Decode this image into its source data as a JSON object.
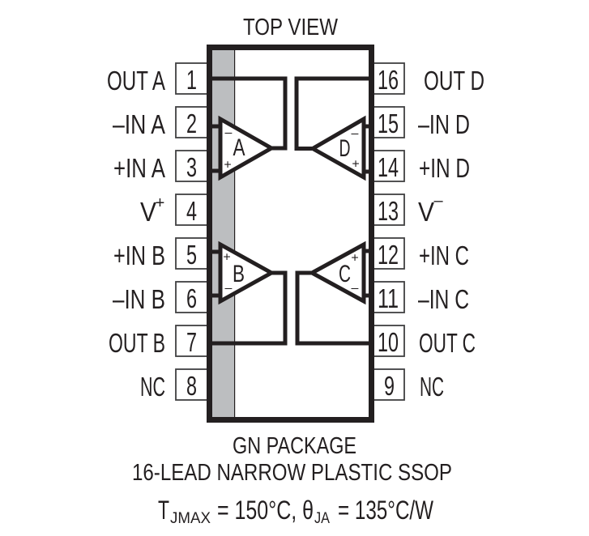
{
  "title": "TOP VIEW",
  "pins_left": [
    {
      "number": "1",
      "label": "OUT A"
    },
    {
      "number": "2",
      "label": "–IN A"
    },
    {
      "number": "3",
      "label": "+IN A"
    },
    {
      "number": "4",
      "label": "V",
      "sup": "+"
    },
    {
      "number": "5",
      "label": "+IN B"
    },
    {
      "number": "6",
      "label": "–IN B"
    },
    {
      "number": "7",
      "label": "OUT B"
    },
    {
      "number": "8",
      "label": "NC"
    }
  ],
  "pins_right": [
    {
      "number": "16",
      "label": "OUT D"
    },
    {
      "number": "15",
      "label": "–IN D"
    },
    {
      "number": "14",
      "label": "+IN D"
    },
    {
      "number": "13",
      "label": "V",
      "sup": "–"
    },
    {
      "number": "12",
      "label": "+IN C"
    },
    {
      "number": "11",
      "label": "–IN C"
    },
    {
      "number": "10",
      "label": "OUT C"
    },
    {
      "number": "9",
      "label": "NC"
    }
  ],
  "amplifiers": [
    {
      "name": "A",
      "minus": "–",
      "plus": "+"
    },
    {
      "name": "B",
      "minus": "–",
      "plus": "+"
    },
    {
      "name": "C",
      "minus": "–",
      "plus": "+"
    },
    {
      "name": "D",
      "minus": "–",
      "plus": "+"
    }
  ],
  "package": {
    "name": "GN PACKAGE",
    "description": "16-LEAD NARROW PLASTIC SSOP"
  },
  "thermal": {
    "t": "T",
    "t_sub": "JMAX",
    "mid": "= 150°C, θ",
    "theta_sub": "JA",
    "end": "= 135°C/W"
  },
  "colors": {
    "ink": "#231f20",
    "pin1_stripe": "#bcbec0",
    "pin_box_border": "#404041",
    "background": "#ffffff"
  }
}
